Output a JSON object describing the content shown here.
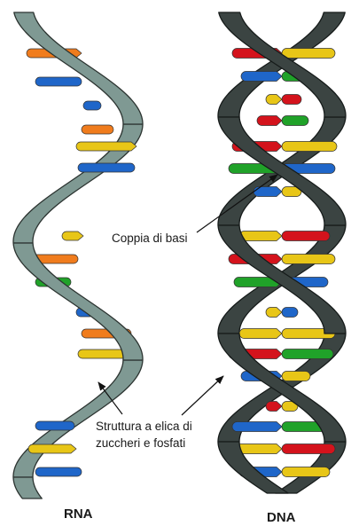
{
  "labels": {
    "base_pair": "Coppia di basi",
    "backbone_line1": "Struttura a elica di",
    "backbone_line2": "zuccheri e fosfati",
    "rna": "RNA",
    "dna": "DNA"
  },
  "colors": {
    "rna_backbone": "#7f9993",
    "rna_backbone_edge": "#2b3330",
    "dna_backbone": "#3b4442",
    "dna_backbone_edge": "#161b1a",
    "adenine": "#e8c617",
    "uracil_thymine": "#d4131c",
    "guanine": "#1f66c9",
    "cytosine": "#f07c1d",
    "green_base": "#20a229"
  },
  "icons": [
    "arrow-icon"
  ]
}
